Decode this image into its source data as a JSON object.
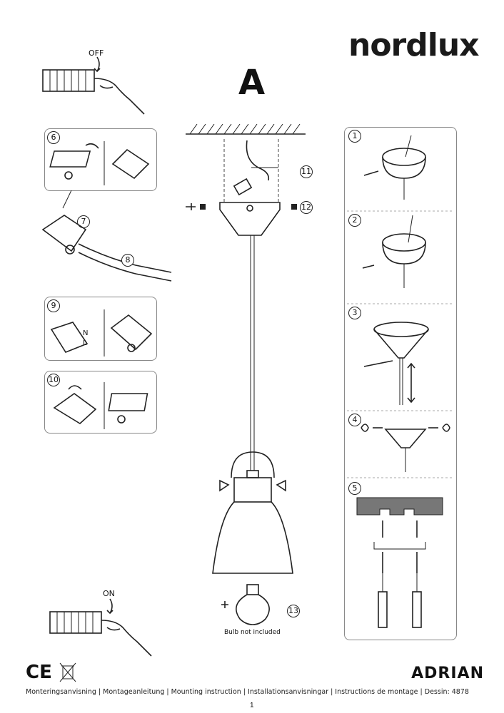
{
  "brand": {
    "logo_text": "nordlux"
  },
  "sheet": {
    "letter": "A"
  },
  "switch_off": {
    "label": "OFF"
  },
  "switch_on": {
    "label": "ON"
  },
  "right_steps": [
    "1",
    "2",
    "3",
    "4",
    "5"
  ],
  "left_steps": {
    "s6": "6",
    "s7": "7",
    "s8": "8",
    "s9": "9",
    "s10": "10"
  },
  "wire_labels": {
    "n": "N",
    "l": "L"
  },
  "callouts": {
    "c11": "11",
    "c12": "12",
    "c13": "13"
  },
  "bulb": {
    "note": "Bulb not included"
  },
  "certification": {
    "ce": "CE"
  },
  "product": {
    "name": "ADRIAN"
  },
  "footer": {
    "text": "Monteringsanvisning | Montageanleitung | Mounting instruction | Installationsanvisningar | Instructions de montage | Dessin: 4878",
    "page": "1"
  }
}
